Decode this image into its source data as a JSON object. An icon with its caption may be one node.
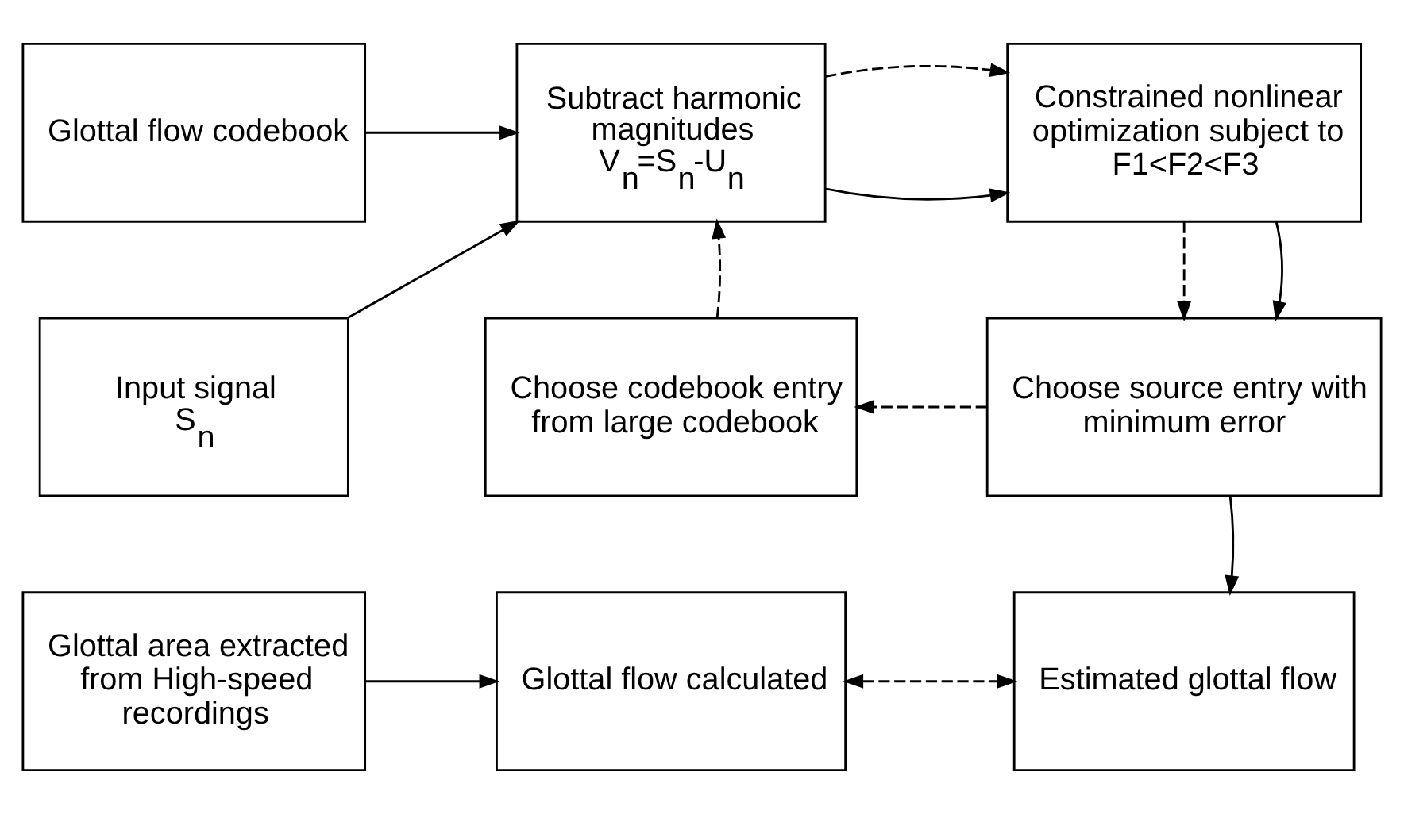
{
  "diagram": {
    "nodes": [
      {
        "text": [
          "Glottal flow codebook"
        ]
      },
      {
        "text": [
          "Subtract harmonic magnitudes",
          "V$_{n}$=S$_{n}$-U$_{n}$"
        ]
      },
      {
        "text": [
          "Constrained nonlinear optimization subject to F1<F2<F3"
        ]
      },
      {
        "text": [
          "Input signal",
          "S$_{n}$"
        ]
      },
      {
        "text": [
          "Choose codebook entry from large codebook"
        ]
      },
      {
        "text": [
          "Choose source entry with minimum error"
        ]
      },
      {
        "text": [
          "Glottal area extracted from High-speed recordings"
        ]
      },
      {
        "text": [
          "Glottal flow calculated"
        ]
      },
      {
        "text": [
          "Estimated glottal flow"
        ]
      }
    ],
    "edges": [
      {
        "from": 0,
        "to": 1,
        "arrow": "to"
      },
      {
        "from": 3,
        "to": 1,
        "arrow": "to"
      },
      {
        "from": 1,
        "to": 2,
        "arrow": "to"
      },
      {
        "from": 1,
        "to": 2,
        "arrow": "to",
        "style": "dashed"
      },
      {
        "from": 2,
        "to": 5,
        "arrow": "to",
        "style": "dashed"
      },
      {
        "from": 2,
        "to": 5,
        "arrow": "to"
      },
      {
        "from": 5,
        "to": 4,
        "arrow": "to",
        "style": "dashed"
      },
      {
        "from": 4,
        "to": 1,
        "arrow": "to",
        "style": "dashed"
      },
      {
        "from": 5,
        "to": 8,
        "arrow": "to"
      },
      {
        "from": 6,
        "to": 7,
        "arrow": "to"
      },
      {
        "from": 7,
        "to": 8,
        "arrow": "both",
        "style": "dashed"
      }
    ]
  }
}
